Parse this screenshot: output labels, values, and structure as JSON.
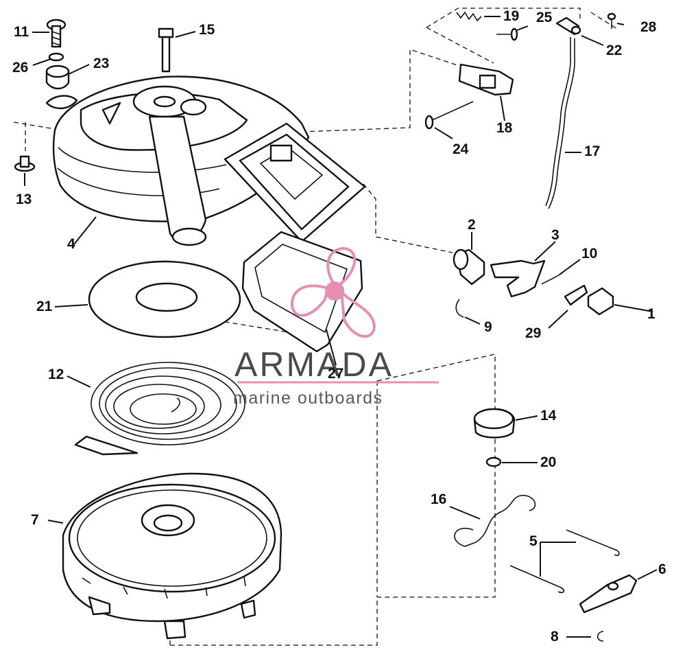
{
  "watermark": {
    "brand": "ARMADA",
    "tagline": "marine outboards",
    "accent_color": "#e58fb7"
  },
  "callouts": [
    "1",
    "2",
    "3",
    "4",
    "5",
    "6",
    "7",
    "8",
    "9",
    "10",
    "11",
    "12",
    "13",
    "14",
    "15",
    "16",
    "17",
    "18",
    "19",
    "20",
    "21",
    "22",
    "23",
    "24",
    "25",
    "26",
    "27",
    "28",
    "29"
  ]
}
